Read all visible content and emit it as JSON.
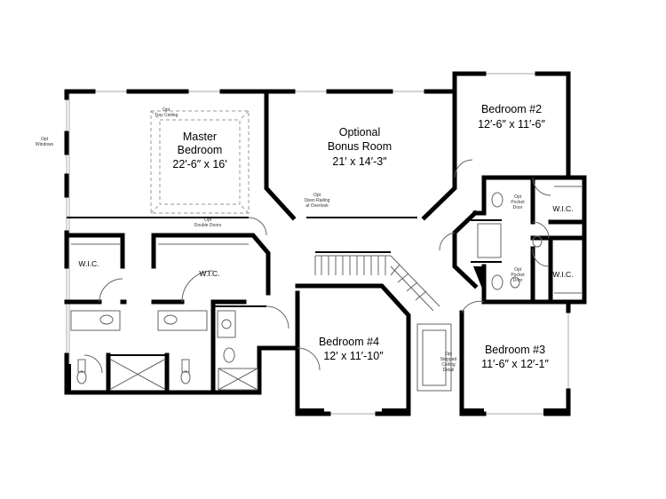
{
  "rooms": {
    "master": {
      "line1": "Master",
      "line2": "Bedroom",
      "dims": "22′-6″ x 16′"
    },
    "bonus": {
      "line1": "Optional",
      "line2": "Bonus Room",
      "dims": "21′ x 14′-3″"
    },
    "bed2": {
      "name": "Bedroom #2",
      "dims": "12′-6″ x 11′-6″"
    },
    "bed3": {
      "name": "Bedroom #3",
      "dims": "11′-6″ x 12′-1″"
    },
    "bed4": {
      "name": "Bedroom #4",
      "dims": "12′ x 11′-10″"
    },
    "wic_left": "W.I.C.",
    "wic_center": "W.I.C.",
    "wic_right_top": "W.I.C.",
    "wic_right_bottom": "W.I.C."
  },
  "notes": {
    "tray": [
      "Opt",
      "Tray Ceiling"
    ],
    "windows": [
      "Opt",
      "Windows"
    ],
    "railing": [
      "Opt",
      "Open Railing",
      "at Overlook"
    ],
    "double_doors": [
      "Opt",
      "Double Doors"
    ],
    "pocket_top": [
      "Opt",
      "Pocket",
      "Door"
    ],
    "pocket_bottom": [
      "Opt",
      "Pocket",
      "Door"
    ],
    "stepped": [
      "Opt",
      "Stepped",
      "Ceiling",
      "Detail"
    ]
  }
}
